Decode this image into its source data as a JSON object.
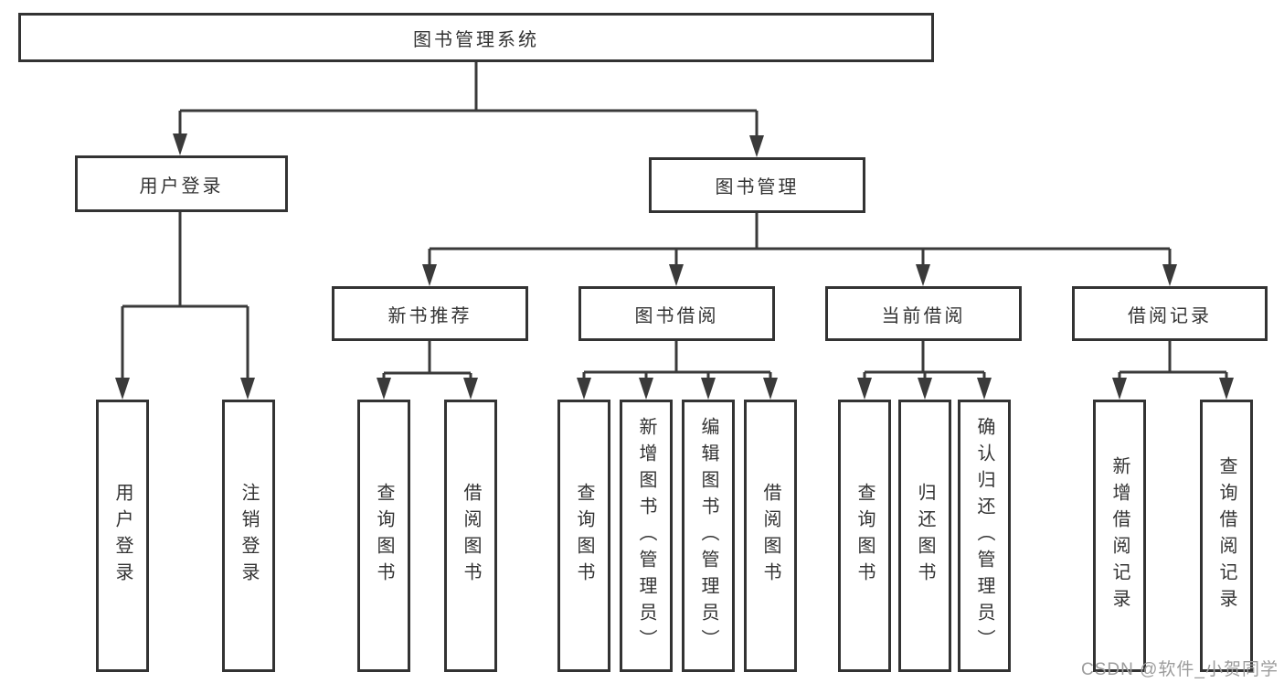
{
  "tree": {
    "label": "图书管理系统",
    "children": [
      {
        "label": "用户登录",
        "children": [
          {
            "label": "用户登录"
          },
          {
            "label": "注销登录"
          }
        ]
      },
      {
        "label": "图书管理",
        "children": [
          {
            "label": "新书推荐",
            "children": [
              {
                "label": "查询图书"
              },
              {
                "label": "借阅图书"
              }
            ]
          },
          {
            "label": "图书借阅",
            "children": [
              {
                "label": "查询图书"
              },
              {
                "label": "新增图书（管理员）"
              },
              {
                "label": "编辑图书（管理员）"
              },
              {
                "label": "借阅图书"
              }
            ]
          },
          {
            "label": "当前借阅",
            "children": [
              {
                "label": "查询图书"
              },
              {
                "label": "归还图书"
              },
              {
                "label": "确认归还（管理员）"
              }
            ]
          },
          {
            "label": "借阅记录",
            "children": [
              {
                "label": "新增借阅记录"
              },
              {
                "label": "查询借阅记录"
              }
            ]
          }
        ]
      }
    ]
  },
  "watermark": {
    "text": "CSDN @软件_小贺同学"
  },
  "colors": {
    "line": "#3a3a3a",
    "box_border": "#333333",
    "text": "#333333",
    "watermark": "#9c9c9c",
    "background": "#ffffff"
  }
}
